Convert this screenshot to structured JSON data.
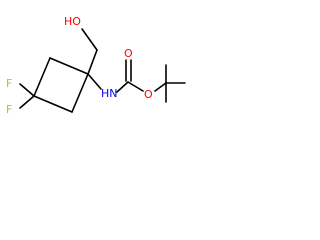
{
  "molecule": {
    "atoms": [
      {
        "id": "F1",
        "symbol": "F",
        "color": "#9ACD32"
      },
      {
        "id": "F2",
        "symbol": "F",
        "color": "#9ACD32"
      },
      {
        "id": "O1",
        "symbol": "HO",
        "color": "#FF0000"
      },
      {
        "id": "N1",
        "symbol": "HN",
        "color": "#0000FF"
      },
      {
        "id": "O2",
        "symbol": "O",
        "color": "#FF0000"
      },
      {
        "id": "O3",
        "symbol": "O",
        "color": "#FF0000"
      }
    ],
    "bond_color": "#000000"
  }
}
